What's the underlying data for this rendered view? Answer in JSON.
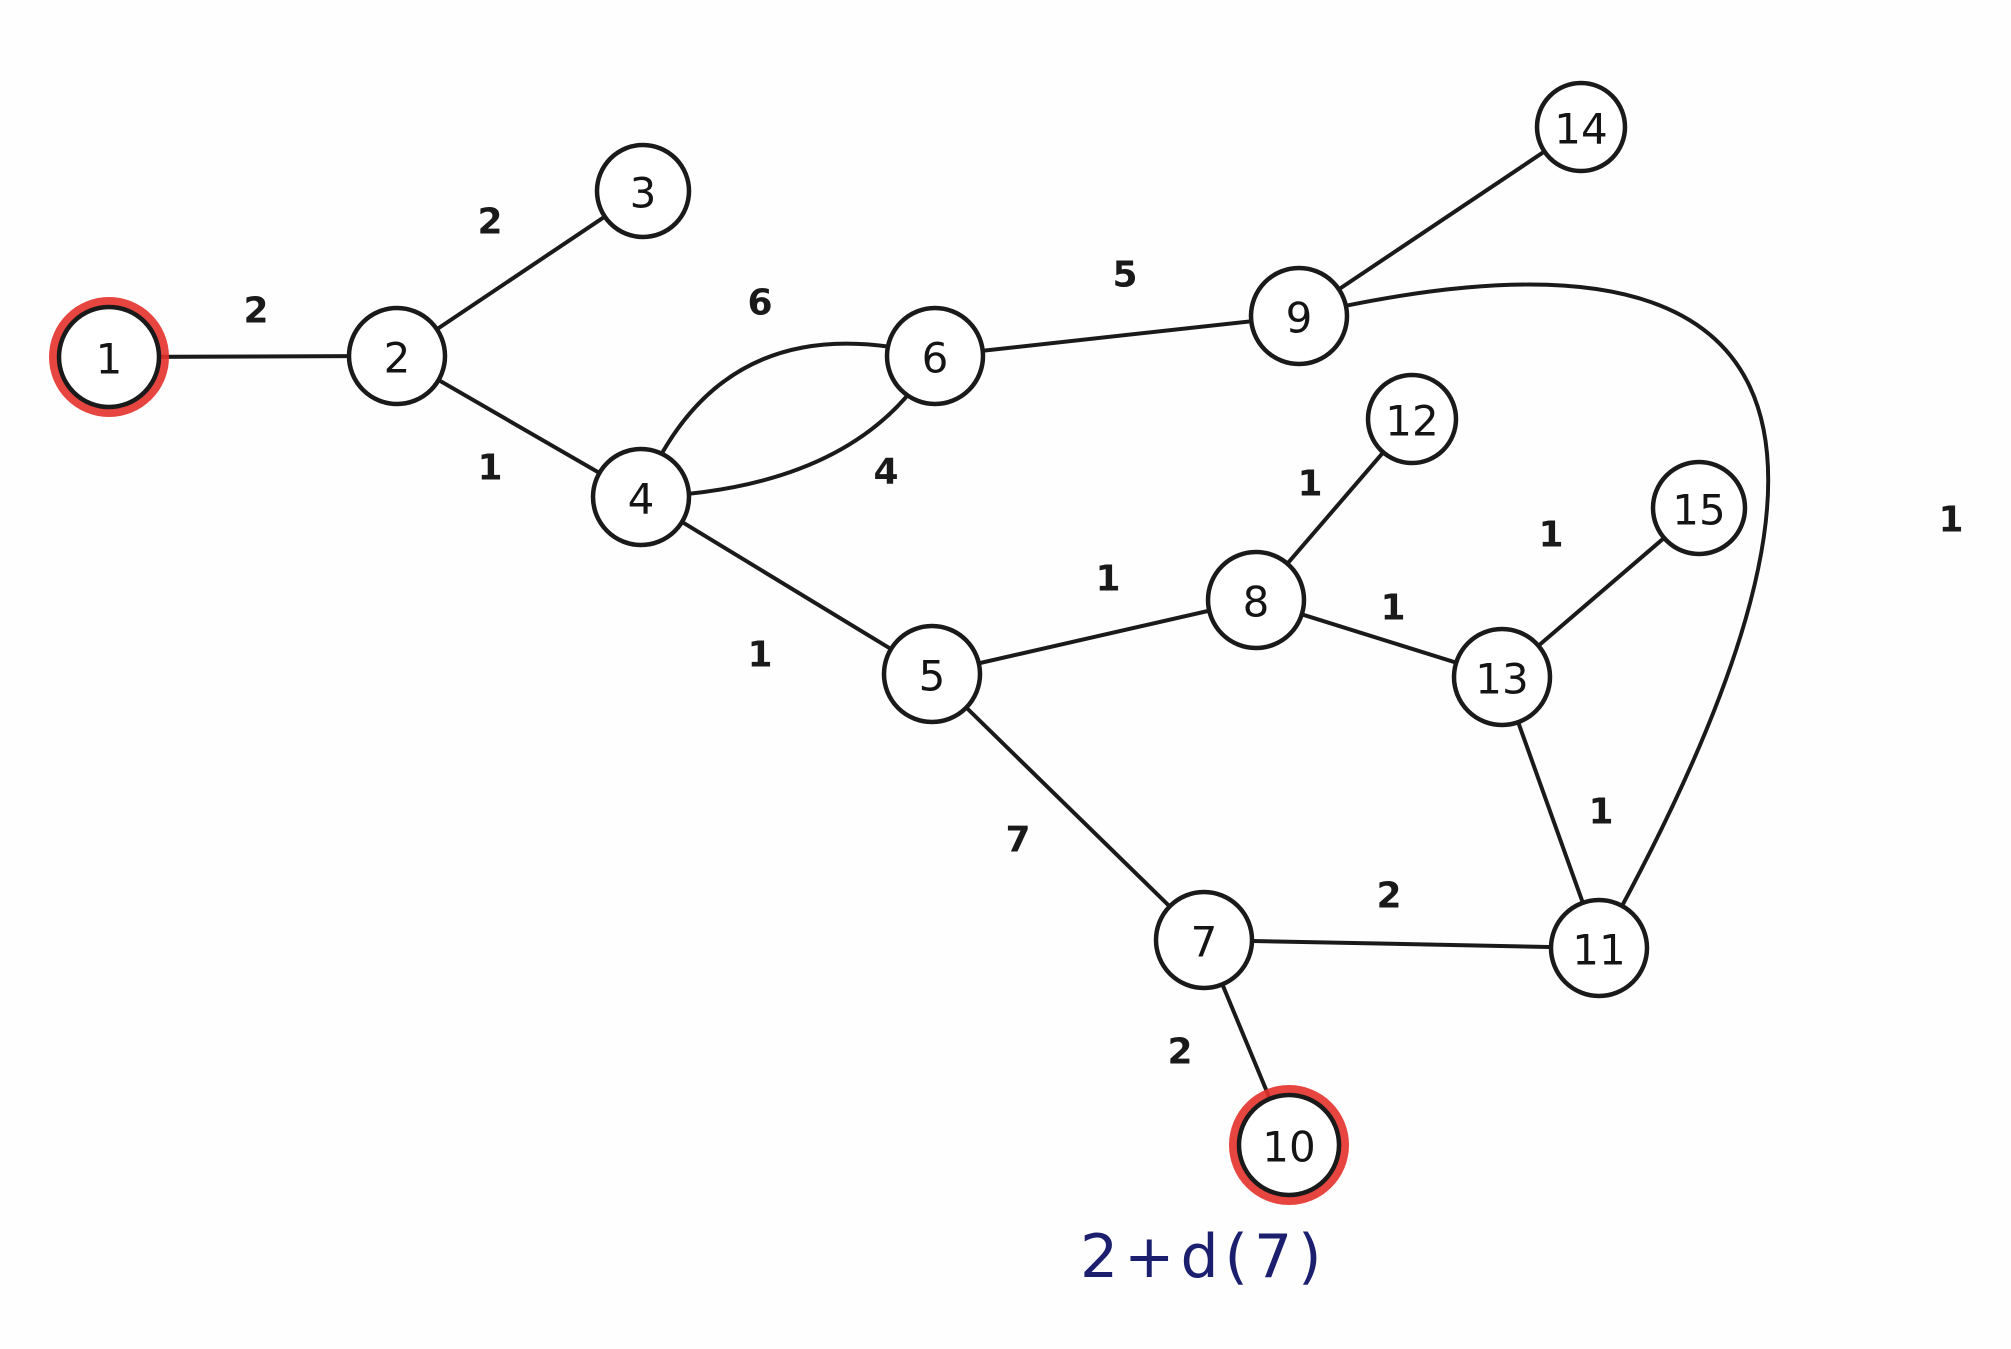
{
  "colors": {
    "highlight": "#e4312b",
    "note_ink": "#1c1f6e",
    "ink": "#1a1a1a"
  },
  "nodes": [
    {
      "id": "1",
      "label": "1",
      "highlight": true
    },
    {
      "id": "2",
      "label": "2",
      "highlight": false
    },
    {
      "id": "3",
      "label": "3",
      "highlight": false
    },
    {
      "id": "4",
      "label": "4",
      "highlight": false
    },
    {
      "id": "5",
      "label": "5",
      "highlight": false
    },
    {
      "id": "6",
      "label": "6",
      "highlight": false
    },
    {
      "id": "7",
      "label": "7",
      "highlight": false
    },
    {
      "id": "8",
      "label": "8",
      "highlight": false
    },
    {
      "id": "9",
      "label": "9",
      "highlight": false
    },
    {
      "id": "10",
      "label": "10",
      "highlight": true
    },
    {
      "id": "11",
      "label": "11",
      "highlight": false
    },
    {
      "id": "12",
      "label": "12",
      "highlight": false
    },
    {
      "id": "13",
      "label": "13",
      "highlight": false
    },
    {
      "id": "14",
      "label": "14",
      "highlight": false
    },
    {
      "id": "15",
      "label": "15",
      "highlight": false
    }
  ],
  "edges": [
    {
      "from": "1",
      "to": "2",
      "weight": "2"
    },
    {
      "from": "2",
      "to": "3",
      "weight": "2"
    },
    {
      "from": "2",
      "to": "4",
      "weight": "1"
    },
    {
      "from": "4",
      "to": "6",
      "weight": "6"
    },
    {
      "from": "4",
      "to": "6",
      "weight": "4"
    },
    {
      "from": "4",
      "to": "5",
      "weight": "1"
    },
    {
      "from": "6",
      "to": "9",
      "weight": "5"
    },
    {
      "from": "9",
      "to": "14",
      "weight": ""
    },
    {
      "from": "9",
      "to": "11",
      "weight": "1"
    },
    {
      "from": "5",
      "to": "8",
      "weight": "1"
    },
    {
      "from": "8",
      "to": "12",
      "weight": "1"
    },
    {
      "from": "8",
      "to": "13",
      "weight": "1"
    },
    {
      "from": "13",
      "to": "15",
      "weight": "1"
    },
    {
      "from": "13",
      "to": "11",
      "weight": "1"
    },
    {
      "from": "5",
      "to": "7",
      "weight": "7"
    },
    {
      "from": "7",
      "to": "11",
      "weight": "2"
    },
    {
      "from": "7",
      "to": "10",
      "weight": "2"
    }
  ],
  "annotation": "2+d(7)"
}
